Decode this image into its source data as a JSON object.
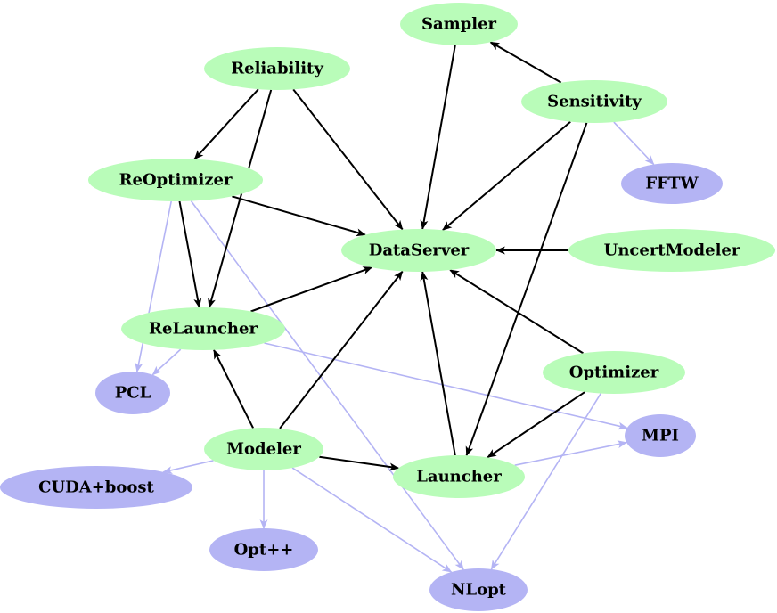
{
  "colors": {
    "module_fill": "#b9fcb9",
    "library_fill": "#b4b4f4",
    "strong_edge": "#000000",
    "weak_edge": "#b4b4f4",
    "background": "#ffffff"
  },
  "nodes": [
    {
      "id": "sampler",
      "label": "Sampler",
      "kind": "module"
    },
    {
      "id": "reliability",
      "label": "Reliability",
      "kind": "module"
    },
    {
      "id": "sensitivity",
      "label": "Sensitivity",
      "kind": "module"
    },
    {
      "id": "reoptimizer",
      "label": "ReOptimizer",
      "kind": "module"
    },
    {
      "id": "fftw",
      "label": "FFTW",
      "kind": "library"
    },
    {
      "id": "dataserver",
      "label": "DataServer",
      "kind": "module"
    },
    {
      "id": "uncertmodeler",
      "label": "UncertModeler",
      "kind": "module"
    },
    {
      "id": "relauncher",
      "label": "ReLauncher",
      "kind": "module"
    },
    {
      "id": "optimizer",
      "label": "Optimizer",
      "kind": "module"
    },
    {
      "id": "pcl",
      "label": "PCL",
      "kind": "library"
    },
    {
      "id": "mpi",
      "label": "MPI",
      "kind": "library"
    },
    {
      "id": "modeler",
      "label": "Modeler",
      "kind": "module"
    },
    {
      "id": "launcher",
      "label": "Launcher",
      "kind": "module"
    },
    {
      "id": "cudaboost",
      "label": "CUDA+boost",
      "kind": "library"
    },
    {
      "id": "optpp",
      "label": "Opt++",
      "kind": "library"
    },
    {
      "id": "nlopt",
      "label": "NLopt",
      "kind": "library"
    }
  ],
  "edges": [
    {
      "from": "sampler",
      "to": "dataserver",
      "style": "strong"
    },
    {
      "from": "sensitivity",
      "to": "sampler",
      "style": "strong"
    },
    {
      "from": "sensitivity",
      "to": "dataserver",
      "style": "strong"
    },
    {
      "from": "sensitivity",
      "to": "launcher",
      "style": "strong"
    },
    {
      "from": "sensitivity",
      "to": "fftw",
      "style": "weak"
    },
    {
      "from": "reliability",
      "to": "reoptimizer",
      "style": "strong"
    },
    {
      "from": "reliability",
      "to": "dataserver",
      "style": "strong"
    },
    {
      "from": "reliability",
      "to": "relauncher",
      "style": "strong"
    },
    {
      "from": "reoptimizer",
      "to": "dataserver",
      "style": "strong"
    },
    {
      "from": "reoptimizer",
      "to": "relauncher",
      "style": "strong"
    },
    {
      "from": "reoptimizer",
      "to": "pcl",
      "style": "weak"
    },
    {
      "from": "reoptimizer",
      "to": "nlopt",
      "style": "weak"
    },
    {
      "from": "uncertmodeler",
      "to": "dataserver",
      "style": "strong"
    },
    {
      "from": "relauncher",
      "to": "dataserver",
      "style": "strong"
    },
    {
      "from": "relauncher",
      "to": "pcl",
      "style": "weak"
    },
    {
      "from": "relauncher",
      "to": "mpi",
      "style": "weak"
    },
    {
      "from": "optimizer",
      "to": "dataserver",
      "style": "strong"
    },
    {
      "from": "optimizer",
      "to": "launcher",
      "style": "strong"
    },
    {
      "from": "optimizer",
      "to": "nlopt",
      "style": "weak"
    },
    {
      "from": "modeler",
      "to": "relauncher",
      "style": "strong"
    },
    {
      "from": "modeler",
      "to": "dataserver",
      "style": "strong"
    },
    {
      "from": "modeler",
      "to": "launcher",
      "style": "strong"
    },
    {
      "from": "modeler",
      "to": "cudaboost",
      "style": "weak"
    },
    {
      "from": "modeler",
      "to": "optpp",
      "style": "weak"
    },
    {
      "from": "modeler",
      "to": "nlopt",
      "style": "weak"
    },
    {
      "from": "launcher",
      "to": "dataserver",
      "style": "strong"
    },
    {
      "from": "launcher",
      "to": "mpi",
      "style": "weak"
    }
  ]
}
